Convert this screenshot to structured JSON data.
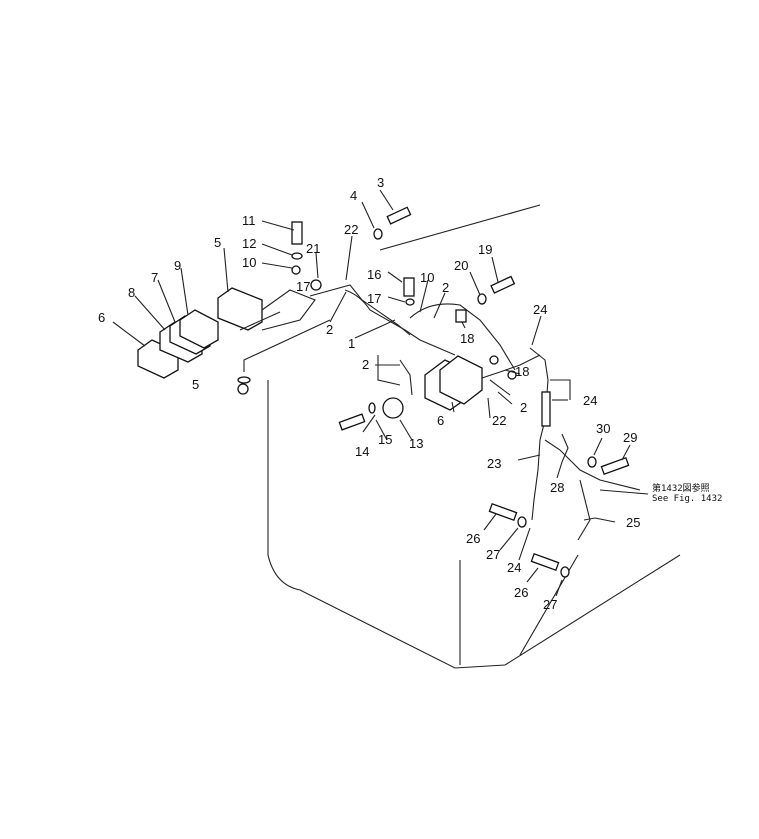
{
  "labels": {
    "l1": "1",
    "l2a": "2",
    "l2b": "2",
    "l2c": "2",
    "l2d": "2",
    "l3": "3",
    "l4": "4",
    "l5a": "5",
    "l5b": "5",
    "l6a": "6",
    "l6b": "6",
    "l7": "7",
    "l8": "8",
    "l9": "9",
    "l10a": "10",
    "l10b": "10",
    "l11": "11",
    "l12": "12",
    "l13": "13",
    "l14": "14",
    "l15": "15",
    "l16": "16",
    "l17a": "17",
    "l17b": "17",
    "l18a": "18",
    "l18b": "18",
    "l19": "19",
    "l20": "20",
    "l21": "21",
    "l22a": "22",
    "l22b": "22",
    "l23": "23",
    "l24a": "24",
    "l24b": "24",
    "l24c": "24",
    "l25": "25",
    "l26a": "26",
    "l26b": "26",
    "l27a": "27",
    "l27b": "27",
    "l28": "28",
    "l29": "29",
    "l30": "30"
  },
  "reference": {
    "line1": "第1432図参照",
    "line2": "See Fig. 1432"
  }
}
